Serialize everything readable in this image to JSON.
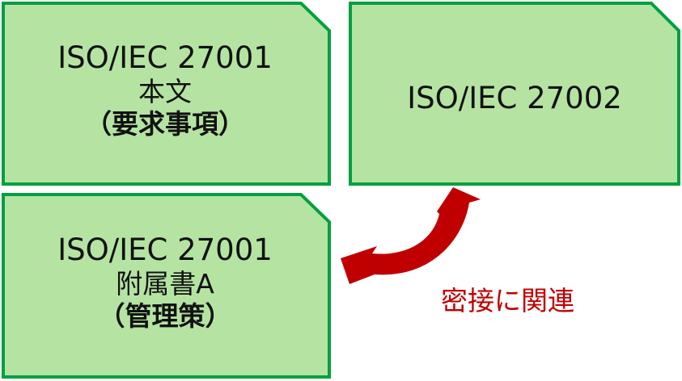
{
  "boxes": {
    "main": {
      "title": "ISO/IEC 27001",
      "line2": "本文",
      "line3": "（要求事項）"
    },
    "guide": {
      "title": "ISO/IEC 27002"
    },
    "annex": {
      "title": "ISO/IEC 27001",
      "line2": "附属書A",
      "line3": "（管理策）"
    }
  },
  "relation": {
    "label": "密接に関連"
  },
  "colors": {
    "fill": "#b5e4a2",
    "stroke": "#00a040",
    "arrow": "#c00000"
  }
}
